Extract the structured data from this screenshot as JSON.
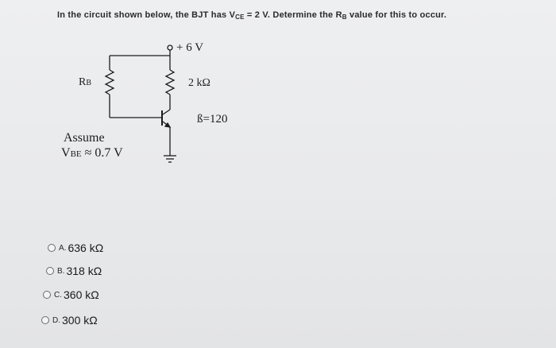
{
  "question": {
    "text_before_vce": "In the circuit shown below, the BJT has V",
    "vce_sub": "CE",
    "text_mid": " = 2 V.  Determine the R",
    "rb_sub": "B",
    "text_end": " value for this to occur."
  },
  "circuit": {
    "supply": "+ 6 V",
    "rb_label": "R",
    "rb_sub": "B",
    "rc_label": "2 kΩ",
    "beta": "ß=120",
    "assume": "Assume",
    "vbe_v": "V",
    "vbe_sub": "BE",
    "vbe_val": " ≈ 0.7 V"
  },
  "options": [
    {
      "letter": "A.",
      "value": "636 kΩ"
    },
    {
      "letter": "B.",
      "value": "318 kΩ"
    },
    {
      "letter": "C.",
      "value": "360 kΩ"
    },
    {
      "letter": "D.",
      "value": "300 kΩ"
    }
  ]
}
